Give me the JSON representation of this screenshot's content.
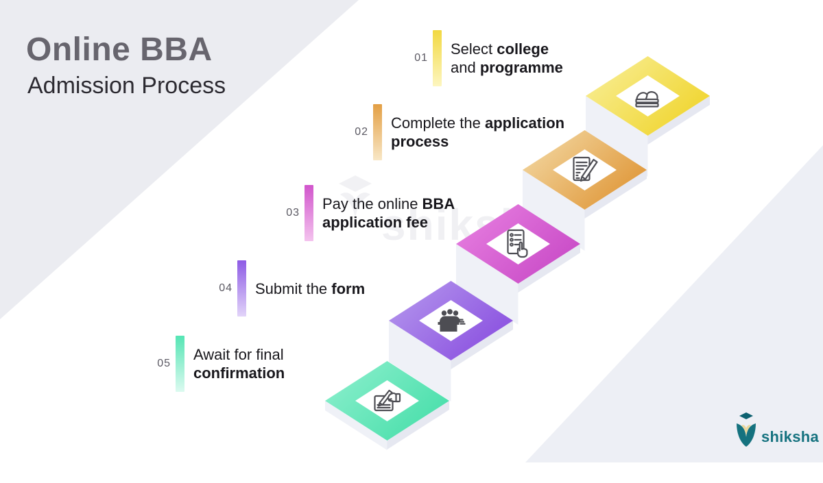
{
  "title": {
    "line1": "Online BBA",
    "line2": "Admission Process"
  },
  "steps": [
    {
      "number": "01",
      "lines": [
        {
          "pre": "Select ",
          "bold": "college"
        },
        {
          "pre": "and ",
          "bold": "programme"
        }
      ],
      "icon": "money-stack-icon",
      "colors": {
        "bar_top": "#f2d841",
        "bar_bottom": "#fdf6c0",
        "diamond_light": "#f9f09e",
        "diamond_strong": "#f0d52f"
      }
    },
    {
      "number": "02",
      "lines": [
        {
          "pre": "Complete the ",
          "bold": "application"
        },
        {
          "pre": "",
          "bold": "process"
        }
      ],
      "icon": "form-pencil-icon",
      "colors": {
        "bar_top": "#e39f44",
        "bar_bottom": "#f8e7c6",
        "diamond_light": "#f4ddab",
        "diamond_strong": "#e0983a"
      }
    },
    {
      "number": "03",
      "lines": [
        {
          "pre": "Pay the online ",
          "bold": "BBA"
        },
        {
          "pre": "",
          "bold": "application fee"
        }
      ],
      "icon": "checklist-hand-icon",
      "colors": {
        "bar_top": "#d155cc",
        "bar_bottom": "#f4c3ee",
        "diamond_light": "#e983e2",
        "diamond_strong": "#c94bc7"
      }
    },
    {
      "number": "04",
      "lines": [
        {
          "pre": "Submit the ",
          "bold": "form"
        }
      ],
      "icon": "people-icon",
      "colors": {
        "bar_top": "#8d5be5",
        "bar_bottom": "#e2d4f9",
        "diamond_light": "#b79bee",
        "diamond_strong": "#8b51e0"
      }
    },
    {
      "number": "05",
      "lines": [
        {
          "pre": "Await for final",
          "bold": ""
        },
        {
          "pre": "",
          "bold": "confirmation"
        }
      ],
      "icon": "signing-icon",
      "colors": {
        "bar_top": "#55e5b4",
        "bar_bottom": "#dcfaf0",
        "diamond_light": "#90f0cf",
        "diamond_strong": "#4adfab"
      }
    }
  ],
  "watermark": {
    "text": "shiksha"
  },
  "logo": {
    "text": "shiksha"
  }
}
